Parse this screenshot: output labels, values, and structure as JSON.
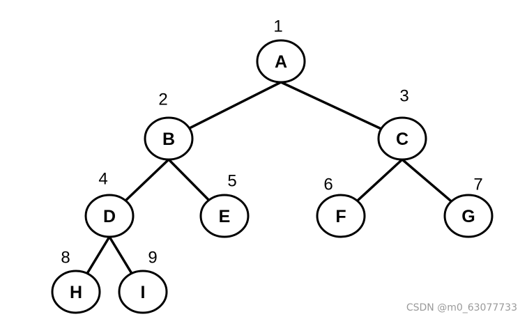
{
  "diagram": {
    "type": "binary-tree",
    "nodes": [
      {
        "id": "A",
        "label": "A",
        "index": "1"
      },
      {
        "id": "B",
        "label": "B",
        "index": "2"
      },
      {
        "id": "C",
        "label": "C",
        "index": "3"
      },
      {
        "id": "D",
        "label": "D",
        "index": "4"
      },
      {
        "id": "E",
        "label": "E",
        "index": "5"
      },
      {
        "id": "F",
        "label": "F",
        "index": "6"
      },
      {
        "id": "G",
        "label": "G",
        "index": "7"
      },
      {
        "id": "H",
        "label": "H",
        "index": "8"
      },
      {
        "id": "I",
        "label": "I",
        "index": "9"
      }
    ],
    "edges": [
      {
        "from": "A",
        "to": "B"
      },
      {
        "from": "A",
        "to": "C"
      },
      {
        "from": "B",
        "to": "D"
      },
      {
        "from": "B",
        "to": "E"
      },
      {
        "from": "C",
        "to": "F"
      },
      {
        "from": "C",
        "to": "G"
      },
      {
        "from": "D",
        "to": "H"
      },
      {
        "from": "D",
        "to": "I"
      }
    ]
  },
  "watermark": "CSDN @m0_63077733"
}
